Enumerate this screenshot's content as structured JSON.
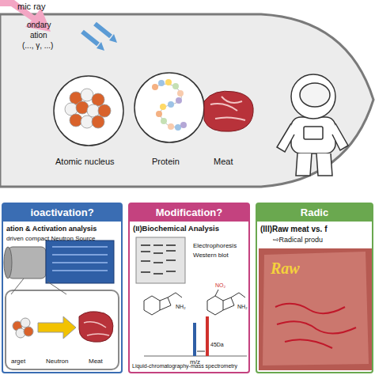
{
  "diagram": {
    "nodes": [
      {
        "text": [
          "ioactivation?",
          "ation & Activation analysis",
          "driven compact Neutron Source"
        ]
      },
      {
        "text": [
          "arget",
          "Neutron",
          "Meat"
        ],
        "in": 0
      },
      {
        "text": [
          "Modification?",
          "(II)Biochemical Analysis",
          "Electrophoresis",
          "Western blot",
          "Liquid-chromatography-mass spectrometry"
        ]
      },
      {
        "text": [
          "Radic",
          "(III)Raw meat vs. f",
          "⇨Radical produ"
        ]
      }
    ],
    "labels": [
      "mic ray",
      "ondary",
      "ation",
      "(..., γ, ...)",
      "Atomic nucleus",
      "Protein",
      "Meat",
      "NO₂",
      "NH₂",
      "NH₂",
      "45Da",
      "m/z",
      "Raw"
    ]
  }
}
